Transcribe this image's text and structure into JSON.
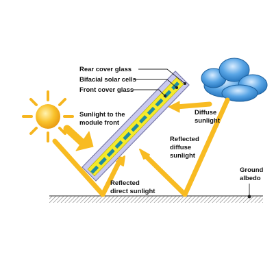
{
  "labels": {
    "rear_cover_glass": "Rear cover glass",
    "bifacial_solar_cells": "Bifacial solar cells",
    "front_cover_glass": "Front cover glass",
    "sunlight_front_line1": "Sunlight to the",
    "sunlight_front_line2": "module front",
    "diffuse_line1": "Diffuse",
    "diffuse_line2": "sunlight",
    "reflected_diffuse_line1": "Reflected",
    "reflected_diffuse_line2": "diffuse",
    "reflected_diffuse_line3": "sunlight",
    "reflected_direct_line1": "Reflected",
    "reflected_direct_line2": "direct sunlight",
    "ground_line1": "Ground",
    "ground_line2": "albedo"
  },
  "colors": {
    "sun": "#f6b51e",
    "arrow": "#f8bb22",
    "glass_fill": "#c9c9ef",
    "glass_stroke": "#7a7aa8",
    "cell_yellow": "#f4ea2a",
    "cell_teal": "#1f8ca1",
    "cloud": "#3d8fd6",
    "ground_hatch": "#777777"
  },
  "icons": {
    "sun": "sun-icon",
    "cloud": "cloud-icon"
  }
}
